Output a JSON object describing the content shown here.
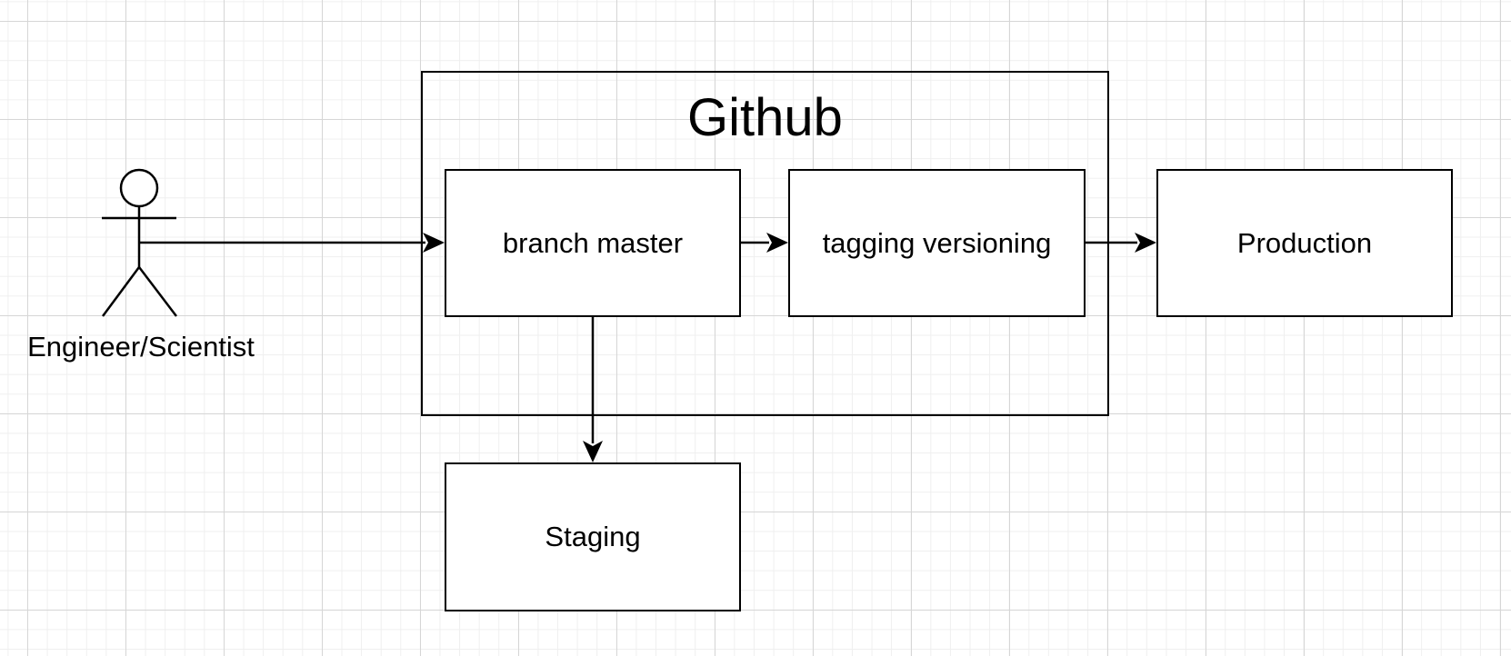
{
  "diagram": {
    "actor": {
      "label": "Engineer/Scientist"
    },
    "container": {
      "title": "Github"
    },
    "nodes": {
      "branch_master": "branch master",
      "tagging_versioning": "tagging versioning",
      "production": "Production",
      "staging": "Staging"
    },
    "edges": [
      {
        "from": "Engineer/Scientist",
        "to": "branch master"
      },
      {
        "from": "branch master",
        "to": "tagging versioning"
      },
      {
        "from": "tagging versioning",
        "to": "Production"
      },
      {
        "from": "branch master",
        "to": "Staging"
      }
    ]
  }
}
